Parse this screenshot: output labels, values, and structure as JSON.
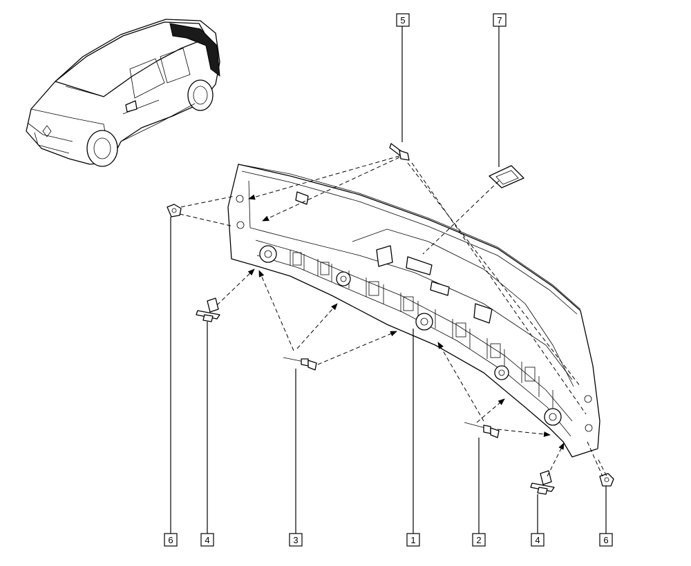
{
  "callouts": {
    "part_1": "1",
    "part_2": "2",
    "part_3": "3",
    "part_4_left": "4",
    "part_4_right": "4",
    "part_5": "5",
    "part_6_left": "6",
    "part_6_right": "6",
    "part_7": "7"
  }
}
